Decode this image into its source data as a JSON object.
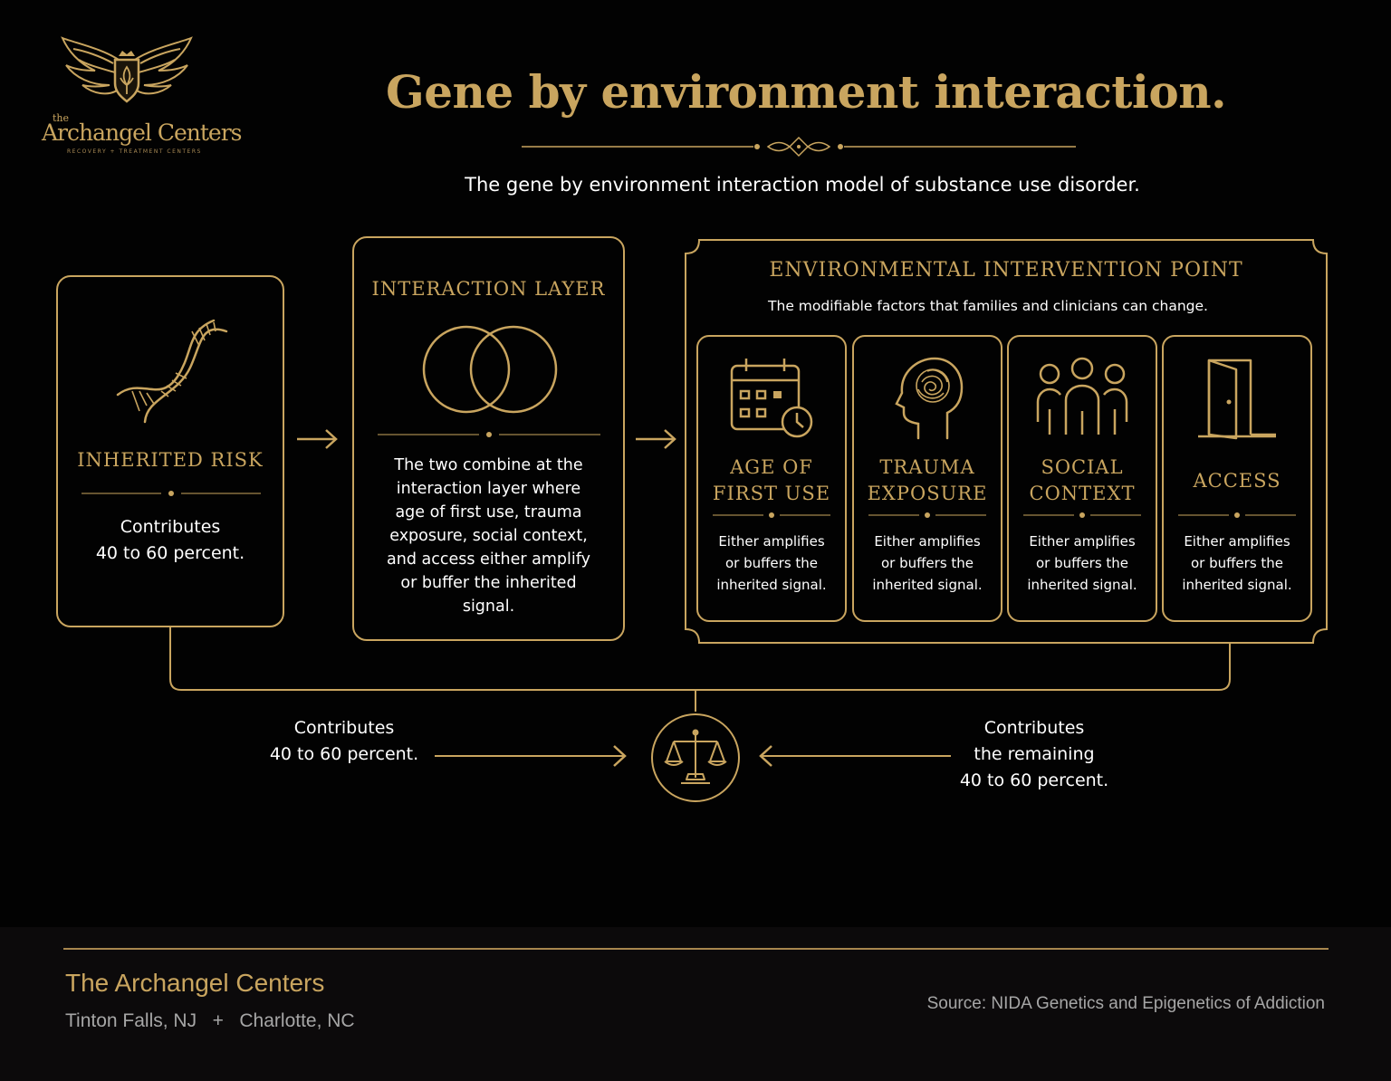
{
  "logo": {
    "the": "the",
    "name": "Archangel Centers",
    "tagline": "RECOVERY + TREATMENT CENTERS"
  },
  "header": {
    "title": "Gene by environment interaction.",
    "subtitle": "The gene by environment interaction model of substance use disorder."
  },
  "inherited": {
    "title": "INHERITED RISK",
    "body_line1": "Contributes",
    "body_line2": "40 to 60 percent."
  },
  "interaction": {
    "title": "INTERACTION LAYER",
    "body": [
      "The two combine at the",
      "interaction layer where",
      "age of first use, trauma",
      "exposure, social context,",
      "and access either amplify",
      "or buffer the inherited",
      "signal."
    ]
  },
  "environment": {
    "title": "ENVIRONMENTAL INTERVENTION POINT",
    "subtitle": "The modifiable factors that families and clinicians can change.",
    "factors": [
      {
        "title_lines": [
          "AGE OF",
          "FIRST USE"
        ],
        "body": [
          "Either amplifies",
          "or buffers the",
          "inherited signal."
        ],
        "icon": "calendar-clock-icon"
      },
      {
        "title_lines": [
          "TRAUMA",
          "EXPOSURE"
        ],
        "body": [
          "Either amplifies",
          "or buffers the",
          "inherited signal."
        ],
        "icon": "head-brain-icon"
      },
      {
        "title_lines": [
          "SOCIAL",
          "CONTEXT"
        ],
        "body": [
          "Either amplifies",
          "or buffers the",
          "inherited signal."
        ],
        "icon": "people-group-icon"
      },
      {
        "title_lines": [
          "ACCESS"
        ],
        "body": [
          "Either amplifies",
          "or buffers the",
          "inherited signal."
        ],
        "icon": "open-door-icon"
      }
    ]
  },
  "balance": {
    "left_line1": "Contributes",
    "left_line2": "40 to 60 percent.",
    "right_line1": "Contributes",
    "right_line2": "the remaining",
    "right_line3": "40 to 60 percent.",
    "icon": "scales-icon"
  },
  "footer": {
    "org": "The Archangel Centers",
    "location_1": "Tinton Falls, NJ",
    "separator": "+",
    "location_2": "Charlotte, NC",
    "source": "Source: NIDA Genetics and Epigenetics of Addiction"
  },
  "colors": {
    "gold": "#c9a55f",
    "background": "#020202",
    "footer_bg": "#0c0a0b",
    "muted": "#a6a6a6"
  }
}
